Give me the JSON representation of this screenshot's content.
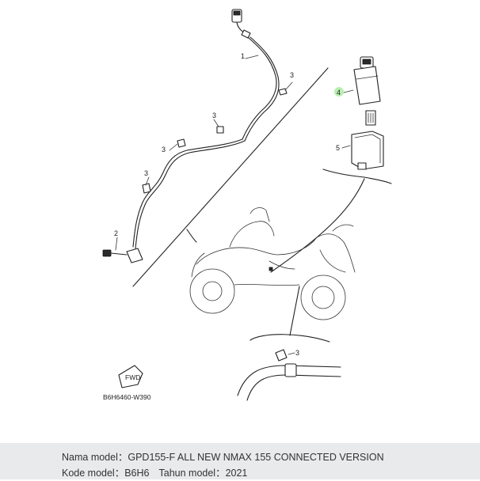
{
  "diagram": {
    "callouts": [
      "1",
      "2",
      "3",
      "3",
      "3",
      "3",
      "4",
      "5"
    ],
    "fwd_label": "FWD",
    "figure_code": "B6H6460-W390",
    "highlight_color": "#b8f0b0"
  },
  "info": {
    "model_name_label": "Nama model：",
    "model_name_value": "GPD155-F ALL NEW NMAX 155 CONNECTED VERSION",
    "code_label": "Kode model：",
    "code_value": "B6H6",
    "year_label": "Tahun model：",
    "year_value": "2021"
  }
}
